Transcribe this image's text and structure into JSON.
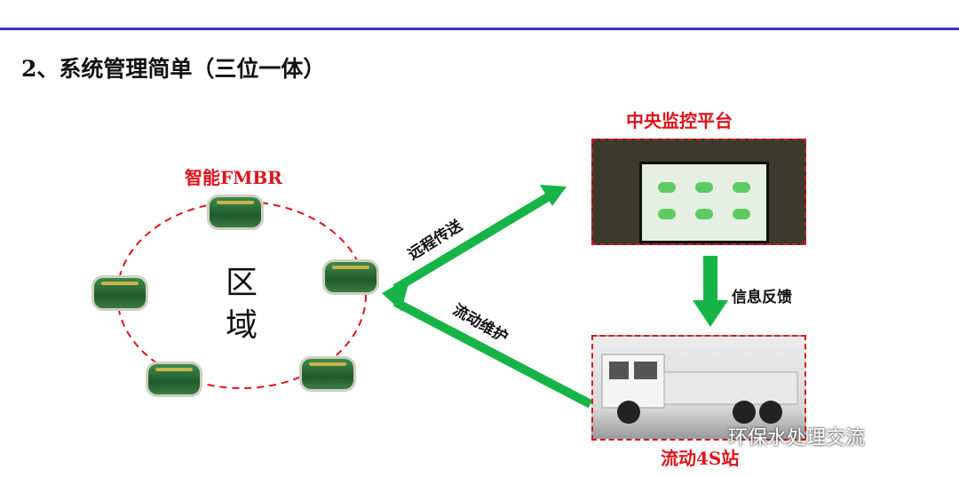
{
  "title": "2、系统管理简单（三位一体）",
  "fmbr_label": "智能FMBR",
  "region_chars": [
    "区",
    "域"
  ],
  "platform_label": "中央监控平台",
  "station_label": "流动4S站",
  "arrow_labels": {
    "remote": "远程传送",
    "maintenance": "流动维护",
    "feedback": "信息反馈"
  },
  "watermark": "环保水处理交流",
  "colors": {
    "rule": "#3a2fe0",
    "red": "#e0131b",
    "arrow": "#16b447"
  }
}
